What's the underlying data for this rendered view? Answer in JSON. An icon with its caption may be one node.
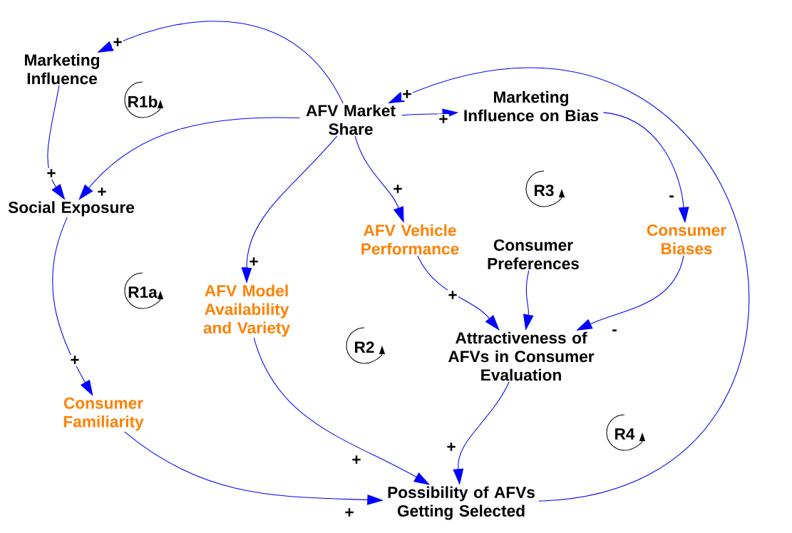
{
  "diagram": {
    "nodes": [
      {
        "text": [
          "Marketing Influence"
        ]
      },
      {
        "text": [
          "AFV Market Share"
        ]
      },
      {
        "text": [
          "Marketing Influence on Bias"
        ]
      },
      {
        "text": [
          "Social Exposure"
        ]
      },
      {
        "text": [
          "AFV Vehicle Performance"
        ]
      },
      {
        "text": [
          "Consumer Preferences"
        ]
      },
      {
        "text": [
          "Consumer Biases"
        ]
      },
      {
        "text": [
          "AFV Model Availability and Variety"
        ]
      },
      {
        "text": [
          "Attractiveness of AFVs in Consumer Evaluation"
        ]
      },
      {
        "text": [
          "Consumer Familiarity"
        ]
      },
      {
        "text": [
          "Possibility of AFVs Getting Selected"
        ]
      }
    ],
    "edges": [
      {
        "from": 1,
        "to": 0,
        "arrow": "to",
        "label": "+"
      },
      {
        "from": 0,
        "to": 3,
        "arrow": "to",
        "label": "+"
      },
      {
        "from": 1,
        "to": 3,
        "arrow": "to",
        "label": "+"
      },
      {
        "from": 1,
        "to": 2,
        "arrow": "to",
        "label": "+"
      },
      {
        "from": 1,
        "to": 4,
        "arrow": "to",
        "label": "+"
      },
      {
        "from": 1,
        "to": 7,
        "arrow": "to",
        "label": "+"
      },
      {
        "from": 2,
        "to": 6,
        "arrow": "to",
        "label": "-"
      },
      {
        "from": 3,
        "to": 9,
        "arrow": "to",
        "label": "+"
      },
      {
        "from": 4,
        "to": 8,
        "arrow": "to",
        "label": "+"
      },
      {
        "from": 5,
        "to": 8,
        "arrow": "to"
      },
      {
        "from": 6,
        "to": 8,
        "arrow": "to",
        "label": "-"
      },
      {
        "from": 7,
        "to": 10,
        "arrow": "to",
        "label": "+"
      },
      {
        "from": 9,
        "to": 10,
        "arrow": "to",
        "label": "+"
      },
      {
        "from": 8,
        "to": 10,
        "arrow": "to",
        "label": "+"
      },
      {
        "from": 10,
        "to": 1,
        "arrow": "to",
        "label": "+"
      }
    ],
    "labels": [
      "R1b",
      "R3",
      "R1a",
      "R2",
      "R4"
    ]
  }
}
